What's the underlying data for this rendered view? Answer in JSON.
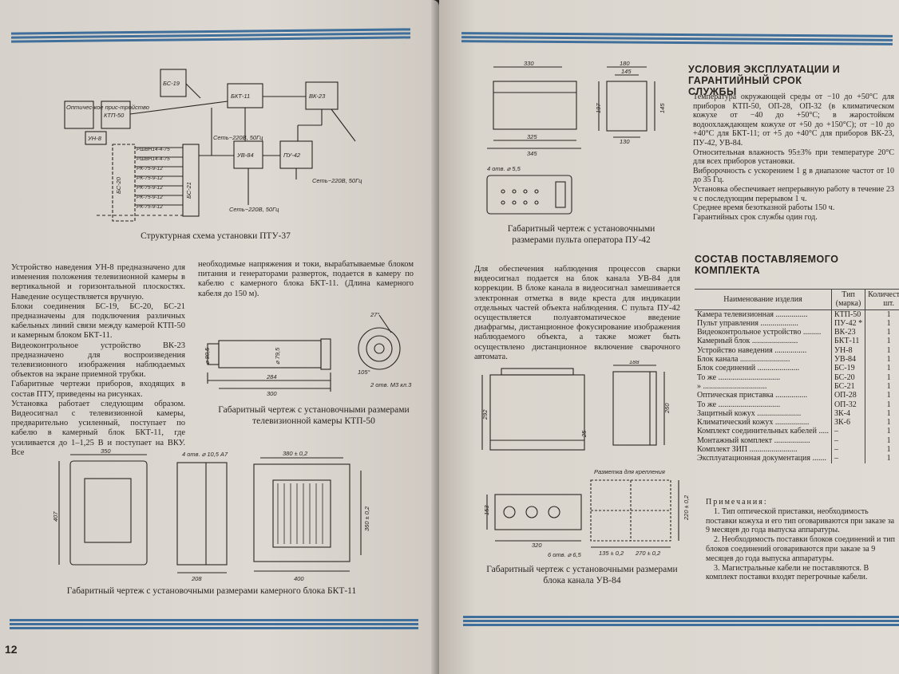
{
  "left_page": {
    "page_number": "12",
    "schema_caption": "Структурная схема установки ПТУ-37",
    "schema_labels": {
      "optics": "Оптичес-кое прис-тройство",
      "ktp": "КТП-50",
      "un": "УН-8",
      "bs19": "БС-19",
      "bkt": "БКТ-11",
      "vk": "ВК-23",
      "uv": "УВ-84",
      "pu": "ПУ-42",
      "bs20": "БС-20",
      "bs21": "БС-21",
      "mains1": "Сеть~220В, 50Гц",
      "mains2": "Сеть~220В, 50Гц",
      "mains3": "Сеть~220В, 50Гц",
      "cables": [
        "РШВН14-4-75",
        "РШВН14-4-75",
        "РК-75-9-12",
        "РК-75-9-12",
        "РК-75-9-12",
        "РК-75-9-12",
        "РК-75-9-12"
      ]
    },
    "col1_text": "Устройство наведения УН-8 предназначено для изменения положения телевизионной камеры в вертикальной и горизонтальной плоскостях. Наведение осуществляется вручную.\nБлоки соединения БС-19, БС-20, БС-21 предназначены для подключения различных кабельных линий связи между камерой КТП-50 и камерным блоком БКТ-11.\nВидеоконтрольное устройство ВК-23 предназначено для воспроизведения телевизионного изображения наблюдаемых объектов на экране приемной трубки.\nГабаритные чертежи приборов, входящих в состав ПТУ, приведены на рисунках.\nУстановка работает следующим образом. Видеосигнал с телевизионной камеры, предварительно усиленный, поступает по кабелю в камерный блок БКТ-11, где усиливается до 1–1,25 В и поступает на ВКУ. Все",
    "col2_text": "необходимые напряжения и токи, вырабатываемые блоком питания и генераторами разверток, подается в камеру по кабелю с камерного блока БКТ-11. (Длина камерного кабеля до 150 м).",
    "ktp_caption": "Габаритный чертеж с установочными размерами телевизионной камеры КТП-50",
    "ktp_dims": {
      "d1": "⌀ 80,5",
      "d2": "⌀ 79,5",
      "w1": "284",
      "w2": "300",
      "ang": "27°",
      "ang2": "105°",
      "holes": "2 отв. М3 кл.3"
    },
    "bkt_caption": "Габаритный чертеж с установочными размерами камерного блока БКТ-11",
    "bkt_dims": {
      "w": "350",
      "h": "407",
      "holes": "4 отв. ⌀ 10,5 А7",
      "w2": "208",
      "w3": "380 ± 0,2",
      "h2": "360 ± 0,2",
      "w4": "400"
    }
  },
  "right_page": {
    "pu_caption": "Габаритный чертеж с установочными размерами пульта оператора ПУ-42",
    "pu_dims": {
      "a": "330",
      "b": "325",
      "c": "345",
      "d": "180",
      "e": "145",
      "f": "197",
      "g": "145",
      "h": "130",
      "holes": "4 отв. ⌀ 5,5"
    },
    "center_text": "Для обеспечения наблюдения процессов сварки видеосигнал подается на блок канала УВ-84 для коррекции. В блоке канала в видеосигнал замешивается электронная отметка в виде креста для индикации отдельных частей объекта наблюдения. С пульта ПУ-42 осуществляется полуавтоматическое введение диафрагмы, дистанционное фокусирование изображения наблюдаемого объекта, а также может быть осуществлено дистанционное включение сварочного автомата.",
    "uv_caption": "Габаритный чертеж с установочными размерами блока канала УВ-84",
    "uv_dims": {
      "h": "292",
      "w": "188",
      "h2": "260",
      "d": "25",
      "mount": "Разметка для крепления",
      "a": "153",
      "b": "320",
      "holes": "6 отв. ⌀ 6,5",
      "c": "135 ± 0,2",
      "e": "270 ± 0,2",
      "f": "220 ± 0,2"
    },
    "conditions_title": "УСЛОВИЯ ЭКСПЛУАТАЦИИ И ГАРАНТИЙНЫЙ СРОК СЛУЖБЫ",
    "conditions_text": "Температура окружающей среды от −10 до +50°С для приборов КТП-50, ОП-28, ОП-32 (в климатическом кожухе от −40 до +50°С; в жаростойком водоохлаждающем кожухе от +50 до +150°С); от −10 до +40°С для БКТ-11; от +5 до +40°С для приборов ВК-23, ПУ-42, УВ-84.\nОтносительная влажность 95±3% при температуре 20°С для всех приборов установки.\nВибророчность с ускорением 1 g в диапазоне частот от 10 до 35 Гц.\nУстановка обеспечивает непрерывную работу в течение 23 ч с последующим перерывом 1 ч.\nСреднее время безотказной работы 150 ч.\nГарантийных срок службы один год.",
    "kit_title": "СОСТАВ ПОСТАВЛЯЕМОГО КОМПЛЕКТА",
    "kit_headers": [
      "Наименование изделия",
      "Тип (марка)",
      "Количество, шт."
    ],
    "kit_rows": [
      [
        "Камера телевизионная ................",
        "КТП-50",
        "1"
      ],
      [
        "Пульт управления ...................",
        "ПУ-42 *",
        "1"
      ],
      [
        "Видеоконтрольное устройство .........",
        "ВК-23",
        "1"
      ],
      [
        "Камерный блок .......................",
        "БКТ-11",
        "1"
      ],
      [
        "Устройство наведения ................",
        "УН-8",
        "1"
      ],
      [
        "Блок канала .........................",
        "УВ-84",
        "1"
      ],
      [
        "Блок соединений .....................",
        "БС-19",
        "1"
      ],
      [
        "То же ...............................",
        "БС-20",
        "1"
      ],
      [
        "  »  ................................",
        "БС-21",
        "1"
      ],
      [
        "Оптическая приставка ................",
        "ОП-28",
        "1"
      ],
      [
        "То же ...............................",
        "ОП-32",
        "1"
      ],
      [
        "Защитный кожух ......................",
        "ЗК-4",
        "1"
      ],
      [
        "Климатический кожух .................",
        "ЗК-6",
        "1"
      ],
      [
        "Комплект соединительных кабелей .....",
        "–",
        "1"
      ],
      [
        "Монтажный комплект ..................",
        "–",
        "1"
      ],
      [
        "Комплект ЗИП ........................",
        "–",
        "1"
      ],
      [
        "Эксплуатационная документация .......",
        "–",
        "1"
      ]
    ],
    "notes_title": "Примечания:",
    "notes": [
      "1. Тип оптической приставки, необходимость поставки кожуха и его тип оговариваются при заказе за 9 месяцев до года выпуска аппаратуры.",
      "2. Необходимость поставки блоков соединений и тип блоков соединений оговариваются при заказе за 9 месяцев до года выпуска аппаратуры.",
      "3. Магистральные кабели не поставляются. В комплект поставки входят перегрочные кабели."
    ]
  }
}
